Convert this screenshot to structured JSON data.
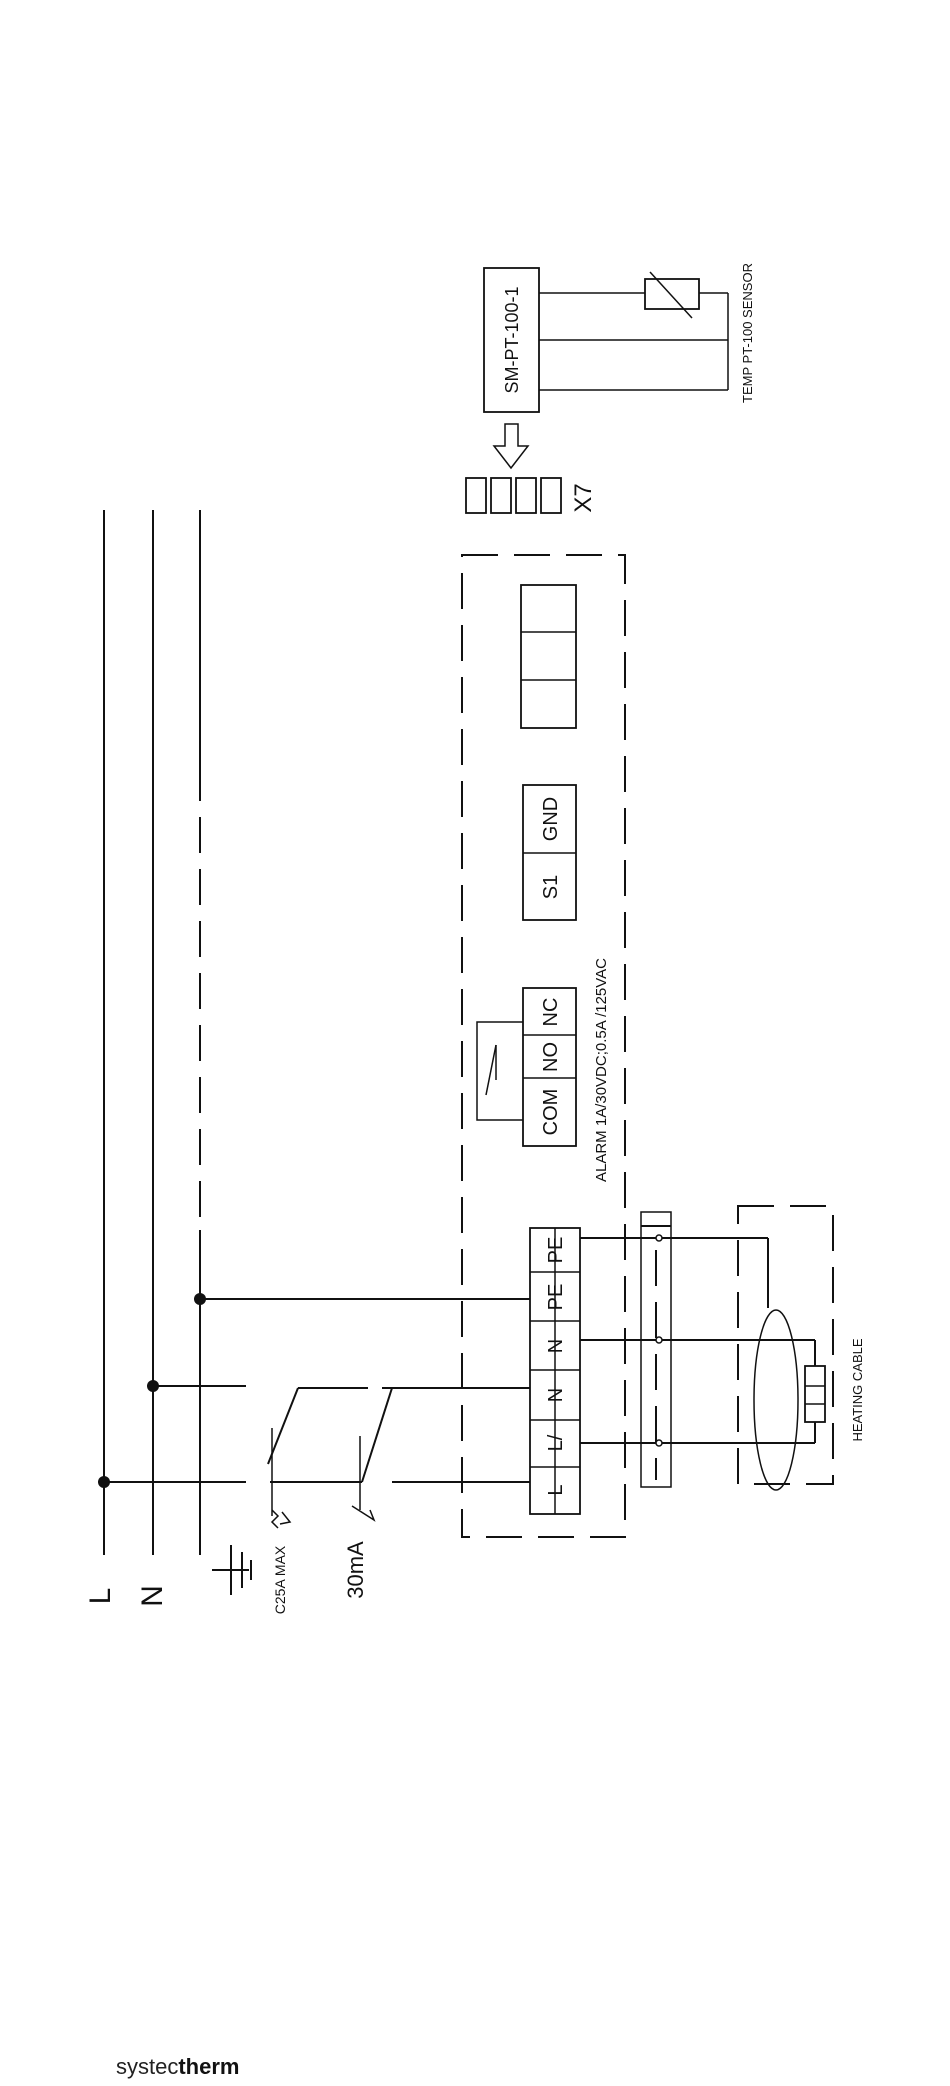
{
  "lines": {
    "l_label": "L",
    "n_label": "N"
  },
  "breaker": {
    "label": "C25A MAX"
  },
  "rcd": {
    "label": "30mA"
  },
  "terminal_block": {
    "power_terminals": [
      "L",
      "L/",
      "N",
      "N",
      "PE",
      "PE"
    ],
    "relay_terminals": [
      "COM",
      "NO",
      "NC"
    ],
    "sensor_terminals": [
      "S1",
      "GND"
    ]
  },
  "alarm": {
    "label": "ALARM 1A/30VDC;0.5A /125VAC"
  },
  "connector": {
    "label": "X7"
  },
  "module": {
    "label": "SM-PT-100-1"
  },
  "sensor": {
    "label": "TEMP PT-100 SENSOR"
  },
  "heating_cable": {
    "label": "HEATING CABLE"
  },
  "brand": {
    "prefix": "systec",
    "suffix": "therm"
  }
}
